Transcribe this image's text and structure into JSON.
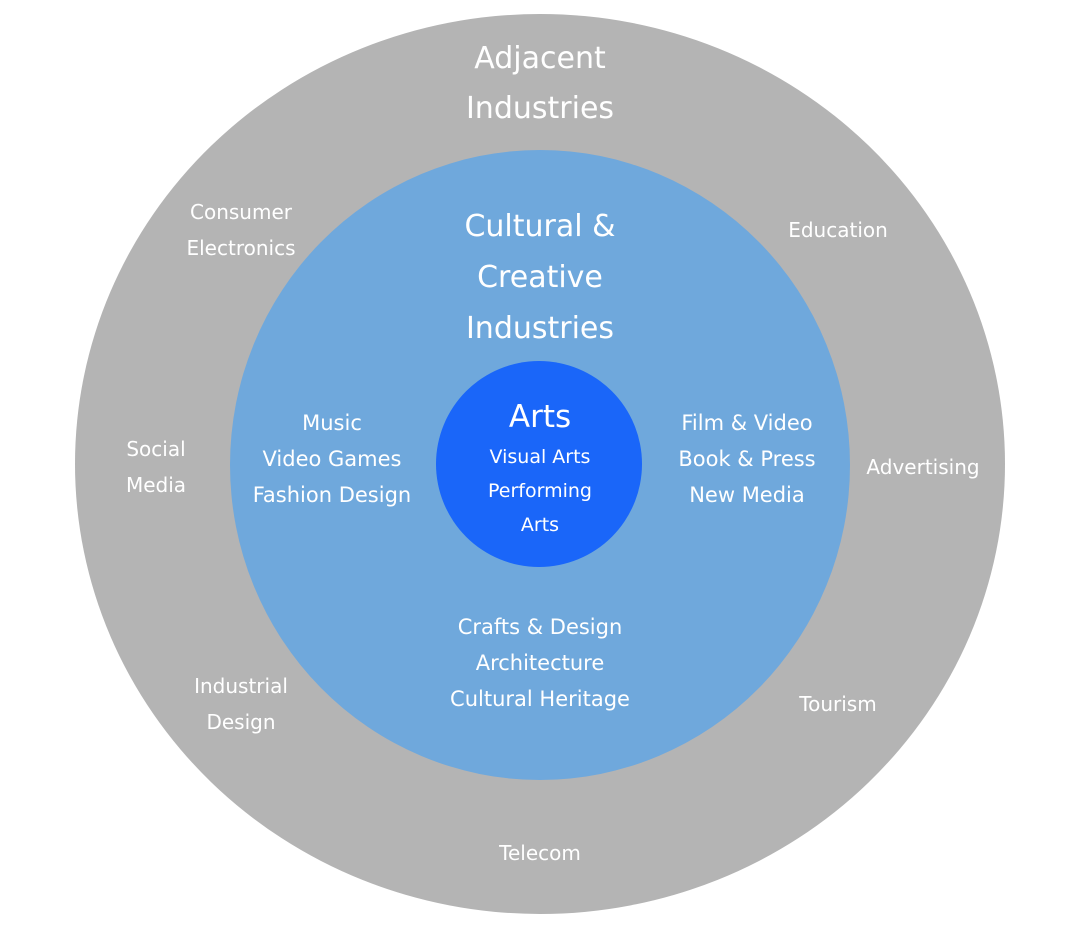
{
  "colors": {
    "outer": "#b4b4b4",
    "middle": "#6fa8dc",
    "core": "#1a66f9",
    "text": "#ffffff"
  },
  "outer": {
    "title": [
      "Adjacent",
      "Industries"
    ],
    "items": {
      "consumer_electronics": [
        "Consumer",
        "Electronics"
      ],
      "education": [
        "Education"
      ],
      "social_media": [
        "Social",
        "Media"
      ],
      "advertising": [
        "Advertising"
      ],
      "industrial_design": [
        "Industrial",
        "Design"
      ],
      "tourism": [
        "Tourism"
      ],
      "telecom": [
        "Telecom"
      ]
    }
  },
  "middle": {
    "title": [
      "Cultural &",
      "Creative",
      "Industries"
    ],
    "left": [
      "Music",
      "Video Games",
      "Fashion Design"
    ],
    "right": [
      "Film & Video",
      "Book & Press",
      "New Media"
    ],
    "bottom": [
      "Crafts & Design",
      "Architecture",
      "Cultural Heritage"
    ]
  },
  "core": {
    "title": "Arts",
    "items": [
      "Visual Arts",
      "Performing",
      "Arts"
    ]
  }
}
